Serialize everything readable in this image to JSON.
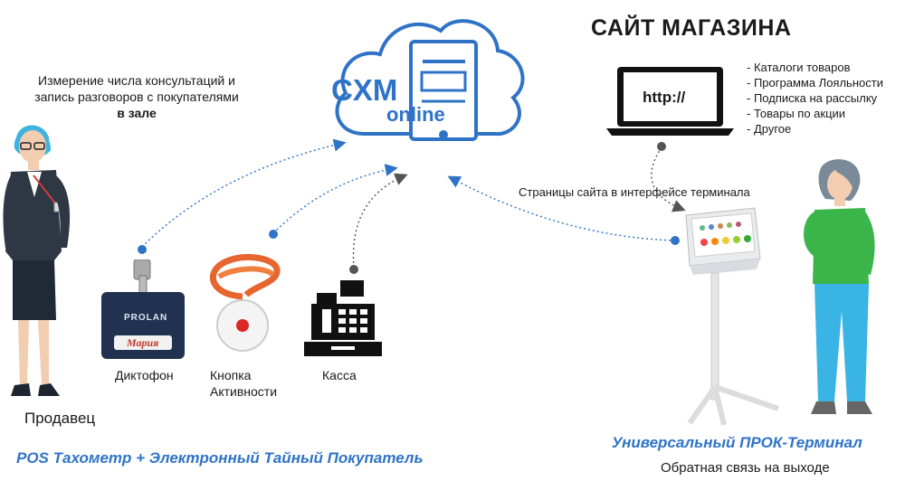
{
  "cloud": {
    "line1": "CXM",
    "line2": "online"
  },
  "site": {
    "title": "САЙТ МАГАЗИНА",
    "url": "http://",
    "items": [
      "Каталоги товаров",
      "Программа Лояльности",
      "Подписка на рассылку",
      "Товары по акции",
      "Другое"
    ]
  },
  "left_caption": {
    "line1": "Измерение числа консультаций и",
    "line2": "запись разговоров с покупателями",
    "line3": "в зале"
  },
  "devices": {
    "badge_name": "Мария",
    "badge_brand": "PROLAN",
    "recorder": "Диктофон",
    "button_line1": "Кнопка",
    "button_line2": "Активности",
    "register": "Касса"
  },
  "seller": "Продавец",
  "terminal_link": "Страницы сайта в интерфейсе терминала",
  "bottom_left": "POS Тахометр + Электронный Тайный Покупатель",
  "bottom_right": "Универсальный ПРОК-Терминал",
  "bottom_right_sub": "Обратная связь на выходе",
  "colors": {
    "accent": "#2f73c7",
    "dot": "#2f73c7"
  }
}
